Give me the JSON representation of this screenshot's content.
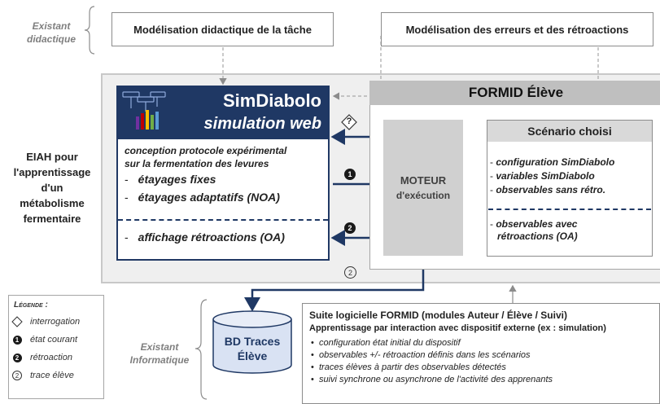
{
  "existant_didactique": {
    "line1": "Existant",
    "line2": "didactique"
  },
  "top_boxes": {
    "task_modeling": "Modélisation didactique de la tâche",
    "error_modeling": "Modélisation des erreurs et des rétroactions"
  },
  "eiah": {
    "lines": [
      "EIAH pour",
      "l'apprentissage",
      "d'un",
      "métabolisme",
      "fermentaire"
    ]
  },
  "simdiabolo": {
    "title": "SimDiabolo",
    "subtitle": "simulation web",
    "desc1": "conception protocole expérimental",
    "desc2": "sur la fermentation des levures",
    "item1": "étayages fixes",
    "item2": "étayages adaptatifs (NOA)",
    "item3": "affichage rétroactions (OA)",
    "dash": "-"
  },
  "formid_eleve": {
    "title": "FORMID Élève"
  },
  "moteur": {
    "title": "MOTEUR",
    "subtitle": "d'exécution"
  },
  "scenario": {
    "title": "Scénario choisi",
    "items": [
      "configuration SimDiabolo",
      "variables SimDiabolo",
      "observables sans rétro."
    ],
    "item_bottom_1": "observables avec",
    "item_bottom_2": "rétroactions (OA)",
    "dash": "-"
  },
  "markers": {
    "interrogation": "?",
    "etat": "1",
    "retro": "2",
    "trace": "2"
  },
  "legend": {
    "title": "Légende :",
    "interrogation": "interrogation",
    "etat_courant": "état courant",
    "retroaction": "rétroaction",
    "trace_eleve": "trace élève"
  },
  "db": {
    "line1": "BD Traces",
    "line2": "Élève"
  },
  "existant_informatique": {
    "line1": "Existant",
    "line2": "Informatique"
  },
  "suite": {
    "title": "Suite logicielle FORMID (modules Auteur / Élève / Suivi)",
    "subtitle": "Apprentissage par interaction avec dispositif externe (ex : simulation)",
    "bullet": "•",
    "bullets": [
      "configuration état initial du dispositif",
      "observables +/- rétroaction définis dans les scénarios",
      "traces élèves à partir des observables  détectés",
      "suivi synchrone ou asynchrone de l'activité des apprenants"
    ]
  },
  "colors": {
    "navy": "#1f3864",
    "gray_box": "#d0d0d0",
    "dashed": "#a6a6a6"
  }
}
